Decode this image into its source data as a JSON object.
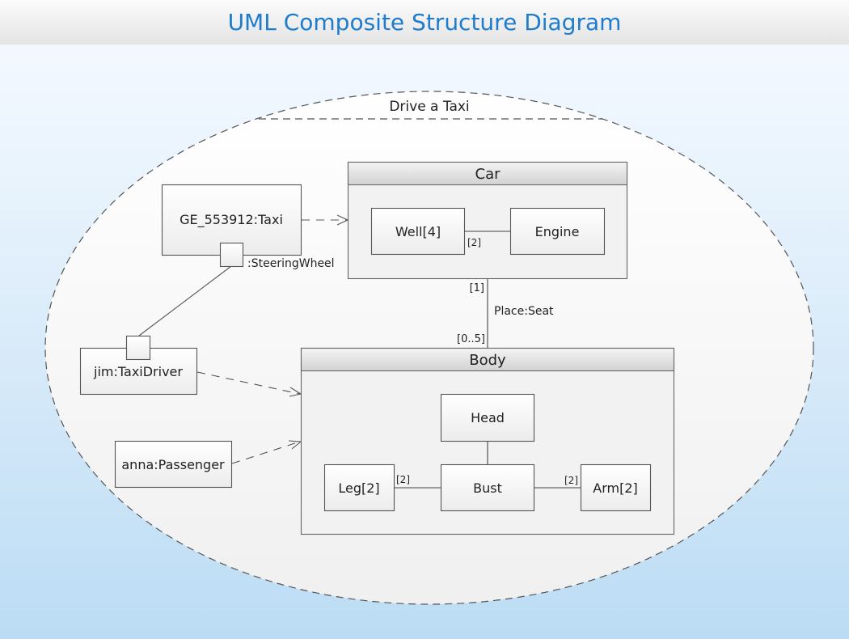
{
  "header": {
    "title": "UML Composite Structure Diagram"
  },
  "collaboration": {
    "name": "Drive a Taxi"
  },
  "classes": {
    "car": {
      "title": "Car",
      "parts": {
        "well": "Well[4]",
        "engine": "Engine"
      },
      "connector_multiplicity": "[2]"
    },
    "body": {
      "title": "Body",
      "parts": {
        "head": "Head",
        "bust": "Bust",
        "leg": "Leg[2]",
        "arm": "Arm[2]"
      },
      "leg_multiplicity": "[2]",
      "arm_multiplicity": "[2]"
    }
  },
  "instances": {
    "taxi": "GE_553912:Taxi",
    "driver": "jim:TaxiDriver",
    "passenger": "anna:Passenger"
  },
  "ports": {
    "steering_wheel": ":SteeringWheel"
  },
  "association": {
    "label": "Place:Seat",
    "car_end": "[1]",
    "body_end": "[0..5]"
  }
}
